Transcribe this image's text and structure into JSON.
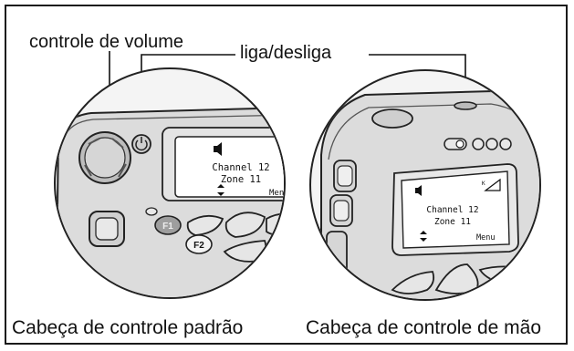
{
  "labels": {
    "volume_control": "controle de volume",
    "power_switch": "liga/desliga"
  },
  "captions": {
    "standard_head": "Cabeça de controle padrão",
    "hand_head": "Cabeça de controle de mão"
  },
  "standard_display": {
    "line1": "Channel 12",
    "line2": "Zone 11",
    "menu": "Men",
    "f1": "F1",
    "f2": "F2"
  },
  "hand_display": {
    "line1": "Channel 12",
    "line2": "Zone 11",
    "menu": "Menu"
  }
}
